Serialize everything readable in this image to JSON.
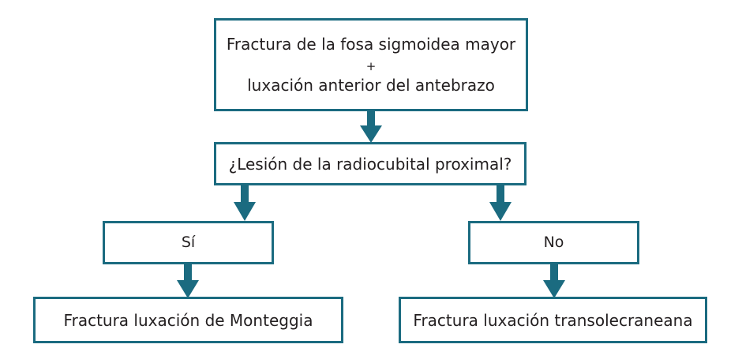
{
  "diagram": {
    "type": "flowchart",
    "language": "es",
    "orientation": "top-down",
    "colors": {
      "border": "#1b6b80",
      "arrow": "#1b6b80",
      "text": "#231f20",
      "node_fill": "#ffffff",
      "background": "#ffffff"
    },
    "nodes": [
      {
        "id": "diagnosis",
        "role": "start",
        "lines": [
          "Fractura de la fosa sigmoidea mayor",
          "+",
          "luxación anterior del antebrazo"
        ]
      },
      {
        "id": "question",
        "role": "decision",
        "label": "¿Lesión de la radiocubital proximal?"
      },
      {
        "id": "yes",
        "role": "branch",
        "label": "Sí"
      },
      {
        "id": "no",
        "role": "branch",
        "label": "No"
      },
      {
        "id": "monteggia",
        "role": "outcome",
        "label": "Fractura luxación de Monteggia"
      },
      {
        "id": "transolecraneana",
        "role": "outcome",
        "label": "Fractura luxación transolecraneana"
      }
    ],
    "edges": [
      {
        "id": "diagnosis-question",
        "from": "diagnosis",
        "to": "question",
        "label": ""
      },
      {
        "id": "question-yes",
        "from": "question",
        "to": "yes",
        "label": ""
      },
      {
        "id": "question-no",
        "from": "question",
        "to": "no",
        "label": ""
      },
      {
        "id": "yes-monteggia",
        "from": "yes",
        "to": "monteggia",
        "label": ""
      },
      {
        "id": "no-transolecraneana",
        "from": "no",
        "to": "transolecraneana",
        "label": ""
      }
    ]
  }
}
